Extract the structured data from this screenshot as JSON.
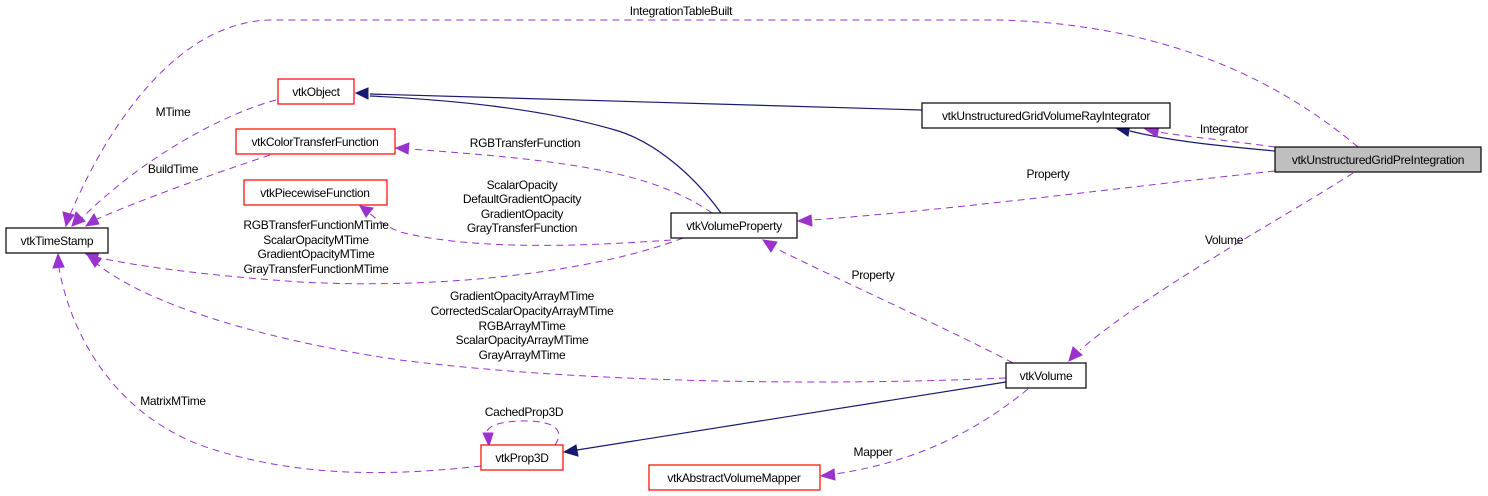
{
  "diagram": {
    "type": "class-collaboration-graph",
    "colors": {
      "inheritance_edge": "#191970",
      "usage_edge": "#9a32cd",
      "documented_border": "#000000",
      "undocumented_border": "#ff0000",
      "focus_fill": "#bfbfbf"
    },
    "nodes": [
      {
        "id": "preint",
        "label": "vtkUnstructuredGridPreIntegration",
        "style": "focus"
      },
      {
        "id": "rayint",
        "label": "vtkUnstructuredGridVolumeRayIntegrator",
        "style": "normal"
      },
      {
        "id": "object",
        "label": "vtkObject",
        "style": "red"
      },
      {
        "id": "ctf",
        "label": "vtkColorTransferFunction",
        "style": "red"
      },
      {
        "id": "pwf",
        "label": "vtkPiecewiseFunction",
        "style": "red"
      },
      {
        "id": "timestamp",
        "label": "vtkTimeStamp",
        "style": "normal"
      },
      {
        "id": "volprop",
        "label": "vtkVolumeProperty",
        "style": "normal"
      },
      {
        "id": "volume",
        "label": "vtkVolume",
        "style": "normal"
      },
      {
        "id": "prop3d",
        "label": "vtkProp3D",
        "style": "red"
      },
      {
        "id": "mapper",
        "label": "vtkAbstractVolumeMapper",
        "style": "red"
      }
    ],
    "edges": [
      {
        "from": "preint",
        "to": "timestamp",
        "kind": "usage",
        "labels": [
          "IntegrationTableBuilt"
        ]
      },
      {
        "from": "object",
        "to": "timestamp",
        "kind": "usage",
        "labels": [
          "MTime"
        ]
      },
      {
        "from": "ctf",
        "to": "timestamp",
        "kind": "usage",
        "labels": [
          "BuildTime"
        ]
      },
      {
        "from": "rayint",
        "to": "object",
        "kind": "inheritance",
        "labels": []
      },
      {
        "from": "volprop",
        "to": "object",
        "kind": "inheritance",
        "labels": []
      },
      {
        "from": "volprop",
        "to": "ctf",
        "kind": "usage",
        "labels": [
          "RGBTransferFunction"
        ]
      },
      {
        "from": "volprop",
        "to": "pwf",
        "kind": "usage",
        "labels": [
          "ScalarOpacity",
          "DefaultGradientOpacity",
          "GradientOpacity",
          "GrayTransferFunction"
        ]
      },
      {
        "from": "volprop",
        "to": "timestamp",
        "kind": "usage",
        "labels": [
          "RGBTransferFunctionMTime",
          "ScalarOpacityMTime",
          "GradientOpacityMTime",
          "GrayTransferFunctionMTime"
        ]
      },
      {
        "from": "preint",
        "to": "rayint",
        "kind": "inheritance",
        "labels": []
      },
      {
        "from": "preint",
        "to": "rayint",
        "kind": "usage",
        "labels": [
          "Integrator"
        ]
      },
      {
        "from": "preint",
        "to": "volprop",
        "kind": "usage",
        "labels": [
          "Property"
        ]
      },
      {
        "from": "preint",
        "to": "volume",
        "kind": "usage",
        "labels": [
          "Volume"
        ]
      },
      {
        "from": "volume",
        "to": "volprop",
        "kind": "usage",
        "labels": [
          "Property"
        ]
      },
      {
        "from": "volume",
        "to": "timestamp",
        "kind": "usage",
        "labels": [
          "GradientOpacityArrayMTime",
          "CorrectedScalarOpacityArrayMTime",
          "RGBArrayMTime",
          "ScalarOpacityArrayMTime",
          "GrayArrayMTime"
        ]
      },
      {
        "from": "volume",
        "to": "prop3d",
        "kind": "inheritance",
        "labels": []
      },
      {
        "from": "volume",
        "to": "mapper",
        "kind": "usage",
        "labels": [
          "Mapper"
        ]
      },
      {
        "from": "prop3d",
        "to": "timestamp",
        "kind": "usage",
        "labels": [
          "MatrixMTime"
        ]
      },
      {
        "from": "prop3d",
        "to": "prop3d",
        "kind": "usage",
        "labels": [
          "CachedProp3D"
        ]
      }
    ]
  }
}
